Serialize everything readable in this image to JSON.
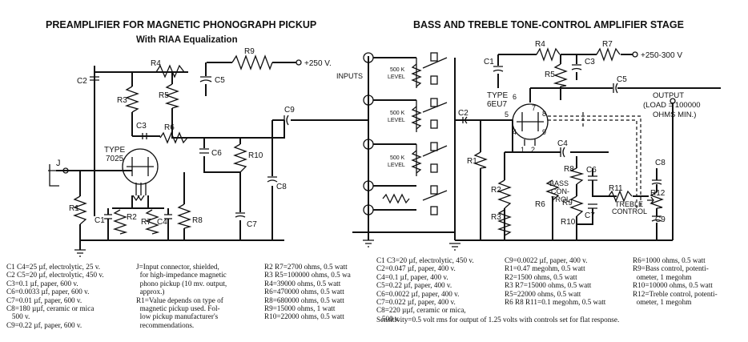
{
  "titles": {
    "left": "PREAMPLIFIER FOR MAGNETIC PHONOGRAPH PICKUP",
    "left_sub": "With RIAA Equalization",
    "right": "BASS AND TREBLE TONE-CONTROL AMPLIFIER STAGE"
  },
  "left_labels": {
    "c2": "C2",
    "r4": "R4",
    "r9": "R9",
    "supply": "+250 V.",
    "c5": "C5",
    "r3": "R3",
    "r5": "R5",
    "c3": "C3",
    "r6": "R6",
    "c9": "C9",
    "type": "TYPE",
    "tube": "7025",
    "c6": "C6",
    "r10": "R10",
    "j": "J",
    "r1": "R1",
    "c8": "C8",
    "c1": "C1",
    "r2": "R2",
    "r7": "R7",
    "c4": "C4",
    "r8": "R8",
    "c7": "C7"
  },
  "selector_labels": {
    "inputs": "INPUTS",
    "level": "LEVEL",
    "pot1": "500 K",
    "pot2": "500 K",
    "pot3": "500 K",
    "c2": "C2"
  },
  "right_labels": {
    "r4": "R4",
    "r7": "R7",
    "supply": "+250-300 V",
    "c1": "C1",
    "c3": "C3",
    "r5": "R5",
    "c5": "C5",
    "type": "TYPE",
    "tube": "6EU7",
    "pin6": "6",
    "pin7": "7",
    "pin8": "8",
    "pin5": "5",
    "pin4": "4",
    "pin9": "9",
    "pin1": "1",
    "pin2": "2",
    "output": "OUTPUT",
    "load1": "(LOAD = 100000",
    "load2": "OHMS MIN.)",
    "c4": "C4",
    "r1": "R1",
    "r8": "R8",
    "c6": "C6",
    "bass1": "BASS",
    "bass2": "CON-",
    "bass3": "TROL",
    "r11": "R11",
    "c8": "C8",
    "r12": "R12",
    "r2": "R2",
    "r6": "R6",
    "r9": "R9",
    "treble1": "TREBLE",
    "treble2": "CONTROL",
    "r3": "R3",
    "r10": "R10",
    "c7": "C7",
    "c9": "C9"
  },
  "notes": {
    "left_col1": "C1 C4=25 µf, electrolytic, 25 v.\nC2 C5=20 µf, electrolytic, 450 v.\nC3=0.1 µf, paper, 600 v.\nC6=0.0033 µf, paper, 600 v.\nC7=0.01 µf, paper, 600 v.\nC8=180 µµf, ceramic or mica\n   500 v.\nC9=0.22 µf, paper, 600 v.",
    "left_col2": "J=Input connector, shielded,\n  for high-impedance magnetic\n  phono pickup (10 mv. output,\n  approx.)\nR1=Value depends on type of\n  magnetic pickup used. Fol-\n  low pickup manufacturer's\n  recommendations.",
    "left_col3": "R2 R7=2700 ohms, 0.5 watt\nR3 R5=100000 ohms, 0.5 wa\nR4=39000 ohms, 0.5 watt\nR6=470000 ohms, 0.5 watt\nR8=680000 ohms, 0.5 watt\nR9=15000 ohms, 1 watt\nR10=22000 ohms, 0.5 watt",
    "right_col1": "C1 C3=20 µf, electrolytic, 450 v.\nC2=0.047 µf, paper, 400 v.\nC4=0.1 µf, paper, 400 v.\nC5=0.22 µf, paper, 400 v.\nC6=0.0022 µf, paper, 400 v.\nC7=0.022 µf, paper, 400 v.\nC8=220 µµf, ceramic or mica,\n   500 v.",
    "right_col2": "C9=0.0022 µf, paper, 400 v.\nR1=0.47 megohm, 0.5 watt\nR2=1500 ohms, 0.5 watt\nR3 R7=15000 ohms, 0.5 watt\nR5=22000 ohms, 0.5 watt\nR6 R8 R11=0.1 megohm, 0.5 watt",
    "right_col3": "R6=1000 ohms, 0.5 watt\nR9=Bass control, potenti-\n  ometer, 1 megohm\nR10=10000 ohms, 0.5 watt\nR12=Treble control, potenti-\n  ometer, 1 megohm",
    "sensitivity": "Sensitivity=0.5 volt rms for output of 1.25 volts with controls set for flat response."
  }
}
